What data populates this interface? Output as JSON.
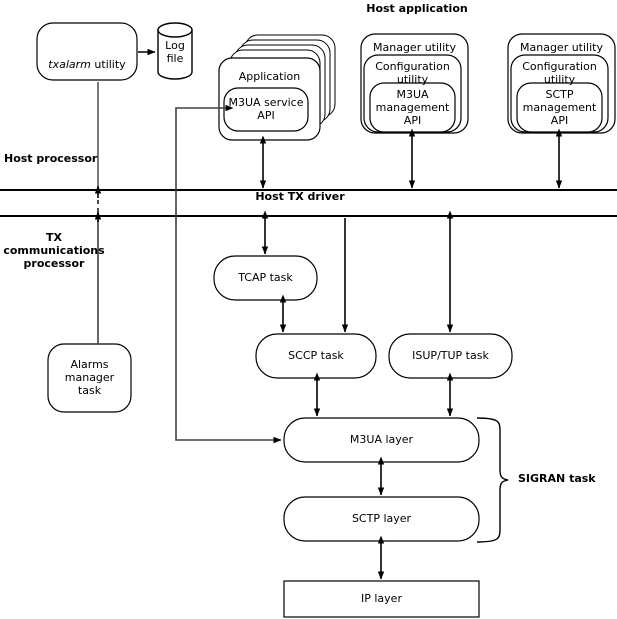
{
  "title": "Host application / TX communications processor architecture diagram",
  "colors": {
    "stroke": "#000000",
    "stroke_light": "#404040",
    "fill": "#ffffff",
    "text": "#000000"
  },
  "headings": {
    "host_application": "Host application",
    "sigran_task": "SIGRAN task"
  },
  "bands": {
    "host_processor": "Host processor",
    "host_tx_driver": "Host TX driver",
    "tx_communications_processor": "TX\ncommunications\nprocessor"
  },
  "nodes": {
    "txalarm": {
      "italic": "txalarm",
      "plain": " utility"
    },
    "log_file": "Log\nfile",
    "application": "Application",
    "m3ua_service_api": "M3UA service\nAPI",
    "manager_utility_1": "Manager utility",
    "configuration_utility_1": "Configuration\nutility",
    "m3ua_management_api": "M3UA\nmanagement\nAPI",
    "manager_utility_2": "Manager utility",
    "configuration_utility_2": "Configuration\nutility",
    "sctp_management_api": "SCTP\nmanagement\nAPI",
    "tcap_task": "TCAP task",
    "sccp_task": "SCCP task",
    "isup_tup_task": "ISUP/TUP task",
    "alarms_manager_task": "Alarms\nmanager\ntask",
    "m3ua_layer": "M3UA layer",
    "sctp_layer": "SCTP layer",
    "ip_layer": "IP layer"
  },
  "connections": [
    {
      "name": "txalarm-to-logfile",
      "from": "txalarm",
      "to": "log_file",
      "arrow": "single"
    },
    {
      "name": "alarms-to-txalarm",
      "from": "alarms_manager_task",
      "to": "txalarm",
      "arrow": "single",
      "style": "solid-with-dashed-crossing"
    },
    {
      "name": "m3ua-service-api-to-host-tx-driver",
      "from": "m3ua_service_api",
      "to": "host_tx_driver",
      "arrow": "double"
    },
    {
      "name": "m3ua-management-api-to-host-tx-driver",
      "from": "m3ua_management_api",
      "to": "host_tx_driver",
      "arrow": "double"
    },
    {
      "name": "sctp-management-api-to-host-tx-driver",
      "from": "sctp_management_api",
      "to": "host_tx_driver",
      "arrow": "double"
    },
    {
      "name": "host-tx-driver-to-tcap",
      "from": "host_tx_driver",
      "to": "tcap_task",
      "arrow": "double"
    },
    {
      "name": "tcap-to-sccp",
      "from": "tcap_task",
      "to": "sccp_task",
      "arrow": "double"
    },
    {
      "name": "host-tx-driver-to-sccp",
      "from": "host_tx_driver",
      "to": "sccp_task",
      "arrow": "single"
    },
    {
      "name": "host-tx-driver-to-isup-tup",
      "from": "host_tx_driver",
      "to": "isup_tup_task",
      "arrow": "double"
    },
    {
      "name": "sccp-to-m3ua-layer",
      "from": "sccp_task",
      "to": "m3ua_layer",
      "arrow": "double"
    },
    {
      "name": "isup-tup-to-m3ua-layer",
      "from": "isup_tup_task",
      "to": "m3ua_layer",
      "arrow": "double"
    },
    {
      "name": "m3ua-service-api-to-m3ua-layer",
      "from": "m3ua_service_api",
      "to": "m3ua_layer",
      "arrow": "both-ends"
    },
    {
      "name": "m3ua-layer-to-sctp-layer",
      "from": "m3ua_layer",
      "to": "sctp_layer",
      "arrow": "double"
    },
    {
      "name": "sctp-layer-to-ip-layer",
      "from": "sctp_layer",
      "to": "ip_layer",
      "arrow": "double"
    }
  ],
  "grouping": {
    "brace_label": "SIGRAN task",
    "brace_members": [
      "m3ua_layer",
      "sctp_layer"
    ]
  }
}
